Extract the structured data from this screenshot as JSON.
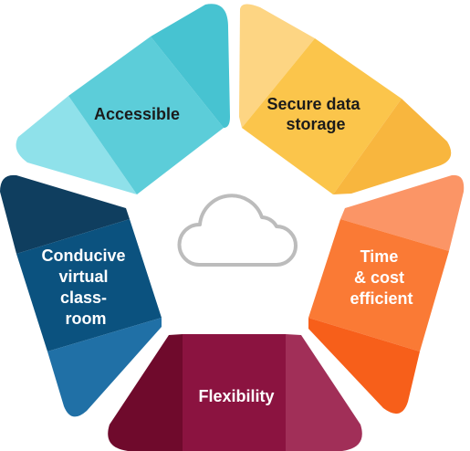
{
  "segments": {
    "accessible": {
      "lines": [
        "Accessible"
      ],
      "colors": [
        "#8fe1ea",
        "#5ccdd9",
        "#47c3d1"
      ],
      "text_color": "#1b1b1b"
    },
    "secure": {
      "lines": [
        "Secure data",
        "storage"
      ],
      "colors": [
        "#fdd583",
        "#fbc54b",
        "#f8b63e"
      ],
      "text_color": "#1b1b1b"
    },
    "time": {
      "lines": [
        "Time",
        "& cost",
        "efficient"
      ],
      "colors": [
        "#fb9566",
        "#fa7a35",
        "#f75f1a"
      ],
      "text_color": "#ffffff"
    },
    "flexibility": {
      "lines": [
        "Flexibility"
      ],
      "colors": [
        "#6f0a2c",
        "#8b1340",
        "#a12f58"
      ],
      "text_color": "#ffffff"
    },
    "conducive": {
      "lines": [
        "Conducive",
        "virtual",
        "class-",
        "room"
      ],
      "colors": [
        "#0f3e5f",
        "#0b527f",
        "#2070a6"
      ],
      "text_color": "#ffffff"
    }
  },
  "center": {
    "icon": "cloud-icon",
    "stroke": "#bcbcbc"
  }
}
